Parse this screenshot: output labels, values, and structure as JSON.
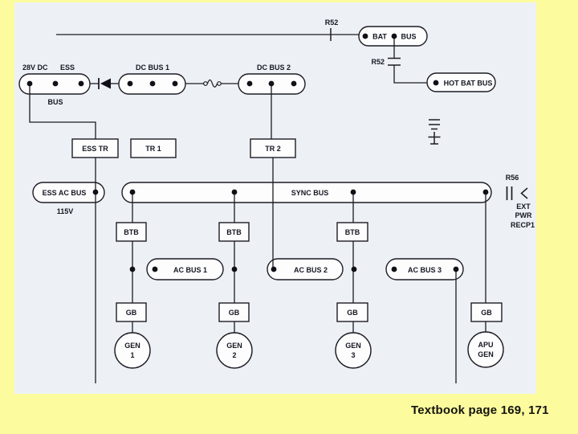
{
  "colors": {
    "frame_yellow": "#fcfc9e",
    "canvas_blue": "#edf1f6",
    "line_dark": "#1c1c24",
    "shape_white": "#fdfdfe"
  },
  "top_section": {
    "r52_switch_label": "R52",
    "bat_bus": {
      "label_left": "BAT",
      "label_right": "BUS"
    },
    "r52_relay_label": "R52",
    "hot_bat_bus_label": "HOT BAT BUS"
  },
  "dc_row": {
    "ess_bus_label_left": "28V DC",
    "ess_bus_label_right": "ESS",
    "ess_bus_label_bottom": "BUS",
    "dc_bus_1_label": "DC BUS 1",
    "dc_bus_2_label": "DC BUS 2"
  },
  "tr_row": {
    "ess_tr_label": "ESS TR",
    "tr_1_label": "TR 1",
    "tr_2_label": "TR 2"
  },
  "ac_section": {
    "ess_ac_bus_label": "ESS AC BUS",
    "ess_ac_bus_voltage": "115V",
    "sync_bus_label": "SYNC BUS",
    "r56_label": "R56",
    "ext_pwr_lines": [
      "EXT",
      "PWR",
      "RECP1"
    ]
  },
  "btb_labels": [
    "BTB",
    "BTB",
    "BTB"
  ],
  "ac_buses": [
    "AC BUS 1",
    "AC BUS 2",
    "AC BUS 3"
  ],
  "gb_labels": [
    "GB",
    "GB",
    "GB",
    "GB"
  ],
  "generators": [
    {
      "line1": "GEN",
      "line2": "1"
    },
    {
      "line1": "GEN",
      "line2": "2"
    },
    {
      "line1": "GEN",
      "line2": "3"
    },
    {
      "line1": "APU",
      "line2": "GEN"
    }
  ],
  "footer": "Textbook page 169, 171"
}
